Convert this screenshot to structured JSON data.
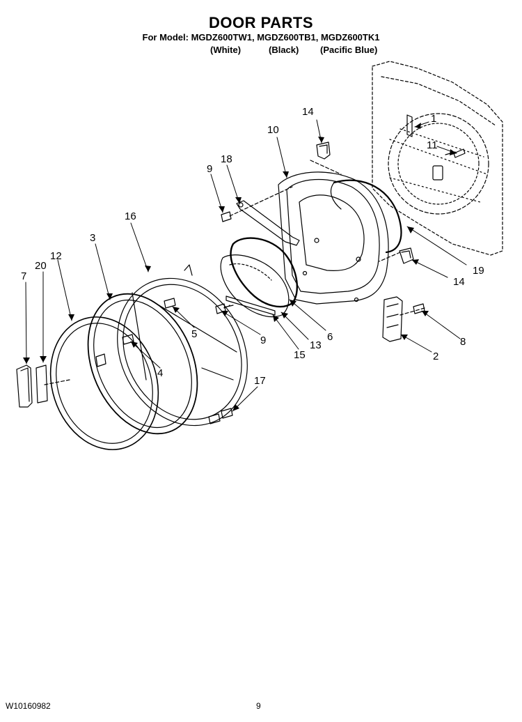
{
  "header": {
    "title": "DOOR PARTS",
    "model_line": "For Model: MGDZ600TW1, MGDZ600TB1, MGDZ600TK1",
    "variants": [
      "(White)",
      "(Black)",
      "(Pacific Blue)"
    ]
  },
  "callouts": [
    "1",
    "2",
    "3",
    "4",
    "5",
    "6",
    "7",
    "8",
    "9",
    "9",
    "10",
    "11",
    "12",
    "13",
    "14",
    "14",
    "15",
    "16",
    "17",
    "18",
    "19",
    "20"
  ],
  "footer": {
    "doc_number": "W10160982",
    "page_number": "9"
  }
}
